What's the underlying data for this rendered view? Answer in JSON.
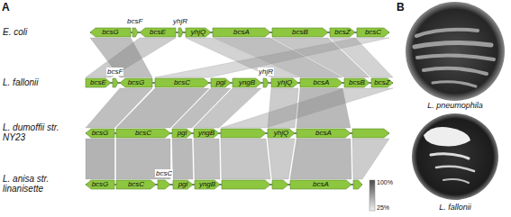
{
  "diagram": {
    "nodes": [
      {
        "text": [
          "bcsG"
        ]
      },
      {
        "text": [
          "bcsF"
        ]
      },
      {
        "text": [
          "bcsE"
        ]
      },
      {
        "text": [
          "yhjR"
        ]
      },
      {
        "text": [
          "yhjQ"
        ]
      },
      {
        "text": [
          "bcsA"
        ]
      },
      {
        "text": [
          "bcsB"
        ]
      },
      {
        "text": [
          "bcsZ"
        ]
      },
      {
        "text": [
          "bcsC"
        ]
      },
      {
        "text": [
          "bcsE"
        ]
      },
      {
        "text": [
          "bcsF"
        ]
      },
      {
        "text": [
          "bcsG"
        ]
      },
      {
        "text": [
          "bcsC"
        ]
      },
      {
        "text": [
          "pgl"
        ]
      },
      {
        "text": [
          "yngB"
        ]
      },
      {
        "text": [
          "yhjR"
        ]
      },
      {
        "text": [
          "yhjQ"
        ]
      },
      {
        "text": [
          "bcsA"
        ]
      },
      {
        "text": [
          "bcsB"
        ]
      },
      {
        "text": [
          "bcsZ"
        ]
      },
      {
        "text": [
          "bcsG"
        ]
      },
      {
        "text": [
          "bcsC"
        ]
      },
      {
        "text": [
          "pgl"
        ]
      },
      {
        "text": [
          "yngB"
        ]
      },
      {
        "text": [
          "yhjQ"
        ]
      },
      {
        "text": [
          "bcsA"
        ]
      },
      {
        "text": [
          "bcsG"
        ]
      },
      {
        "text": [
          "bcsC"
        ]
      },
      {
        "text": [
          "bcsC"
        ]
      },
      {
        "text": [
          "pgl"
        ]
      },
      {
        "text": [
          "yngB"
        ]
      },
      {
        "text": [
          "bcsA"
        ]
      }
    ],
    "labels": [
      "A",
      "E. coli",
      "L. fallonii",
      "L. dumoffii str. NY23",
      "L. anisa str. linanisette",
      "100%",
      "25%",
      "B",
      "L. pneumophila",
      "L. fallonii"
    ]
  }
}
